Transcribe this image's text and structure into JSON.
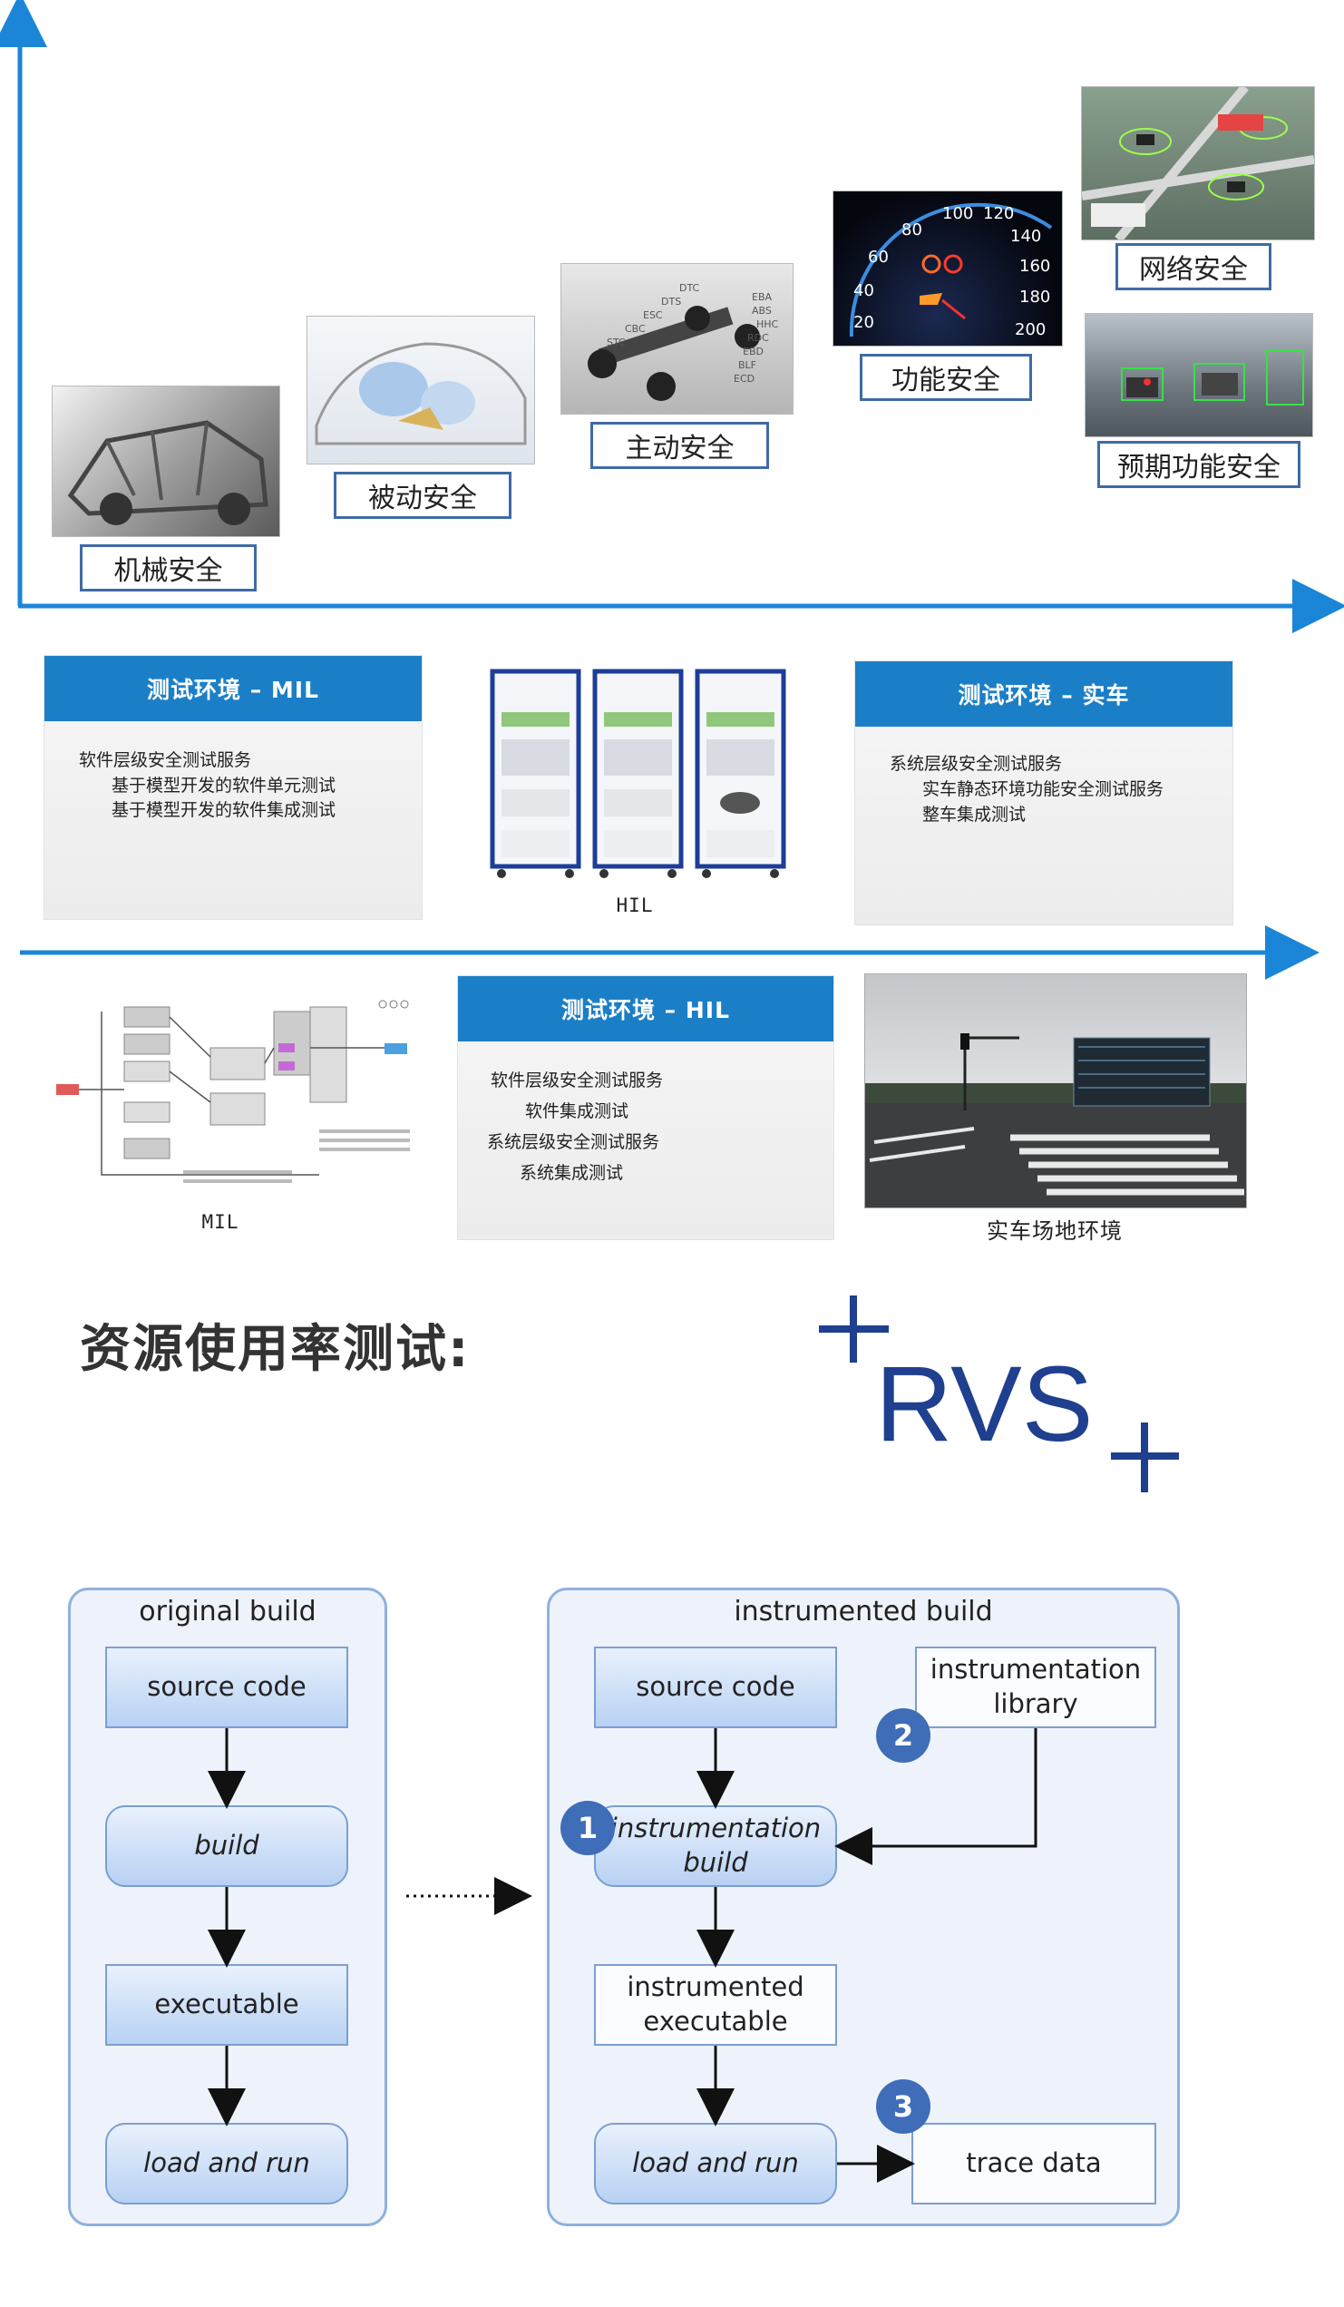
{
  "safety": {
    "stages": [
      {
        "label": "机械安全"
      },
      {
        "label": "被动安全"
      },
      {
        "label": "主动安全"
      },
      {
        "label": "功能安全"
      },
      {
        "label": "网络安全"
      },
      {
        "label": "预期功能安全"
      }
    ],
    "speedometer_numbers": [
      "20",
      "40",
      "60",
      "80",
      "100",
      "120",
      "140",
      "160",
      "180",
      "200"
    ],
    "chassis_tags": [
      "DTC",
      "DTS",
      "ESC",
      "CBC",
      "STC",
      "EBA",
      "ABS",
      "EBD",
      "BLF",
      "ECD",
      "HHC",
      "RDC"
    ]
  },
  "test_envs": {
    "mil_card": {
      "title": "测试环境 – MIL",
      "lines": [
        "软件层级安全测试服务",
        "基于模型开发的软件单元测试",
        "基于模型开发的软件集成测试"
      ]
    },
    "hil_image_caption": "HIL",
    "real_card": {
      "title": "测试环境 – 实车",
      "lines": [
        "系统层级安全测试服务",
        "实车静态环境功能安全测试服务",
        "整车集成测试"
      ]
    },
    "mil_image_caption": "MIL",
    "hil_card": {
      "title": "测试环境 – HIL",
      "lines": [
        "软件层级安全测试服务",
        "软件集成测试",
        "系统层级安全测试服务",
        "系统集成测试"
      ]
    },
    "field_caption": "实车场地环境"
  },
  "resource": {
    "title": "资源使用率测试:",
    "logo_text": "RVS"
  },
  "flow": {
    "original": {
      "title": "original build",
      "nodes": [
        "source code",
        "build",
        "executable",
        "load and run"
      ]
    },
    "instrumented": {
      "title": "instrumented build",
      "source": "source code",
      "library": [
        "instrumentation",
        "library"
      ],
      "inst_build": [
        "instrumentation",
        "build"
      ],
      "inst_exec": [
        "instrumented",
        "executable"
      ],
      "load_run": "load and run",
      "trace": "trace data",
      "badges": [
        "1",
        "2",
        "3"
      ]
    }
  },
  "colors": {
    "axis_blue": "#1b86d8",
    "card_blue": "#1b7fc7",
    "label_border": "#3f6aa6",
    "logo_navy": "#1f3f8f"
  }
}
